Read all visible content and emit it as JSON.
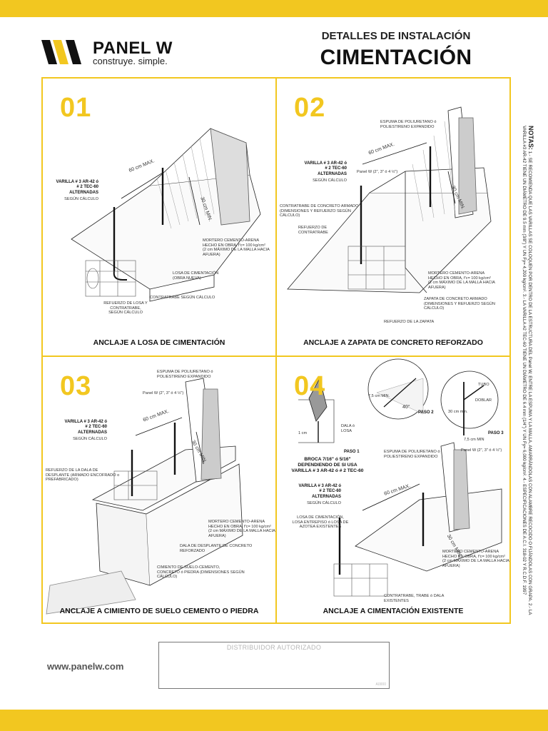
{
  "brand": {
    "name": "PANEL W",
    "tagline": "construye. simple.",
    "yellow": "#f2c720",
    "website": "www.panelw.com"
  },
  "header": {
    "subtitle": "DETALLES DE INSTALACIÓN",
    "title": "CIMENTACIÓN"
  },
  "notes": {
    "heading": "NOTAS:",
    "text": "1.- SE RECOMIENDA QUE LAS VARILLAS SE COLOQUEN POR DENTRO DE LA ESTRUCTURA DEL Panel W, ENTRE LA ESPUMA Y LA MALLA, AMARRÁNDOLAS CON ALAMBRE RECOCIDO O FIJÁNDOLAS CON GRAPA. 2.- LA VARILLA #3 AR-42 TIENE UN DIÁMETRO DE 9.5 mm (3/8\") Y UN Fy= 4,200 kg/cm². 3.- LA VARILLA #2 TEC-60 TIENE UN DIÁMETRO DE 6.4 mm (1/4\") Y UN Fy= 6,000 kg/cm². 4.- ESPECIFICACIONES DE A.C.I. 318-02 Y R.C.D.F. 1997"
  },
  "panels": [
    {
      "number": "01",
      "caption": "ANCLAJE A LOSA DE CIMENTACIÓN",
      "labels": {
        "spacing": "60 cm MAX.",
        "depth": "30 cm MIN.",
        "rebar": "VARILLA # 3 AR-42 ó\n# 2 TEC-60",
        "alternadas": "ALTERNADAS",
        "calc": "SEGÚN CÁLCULO",
        "mortar": "MORTERO CEMENTO-ARENA\nHECHO EN OBRA, f'c= 100 kg/cm²\n(2 cm MÁXIMO DE LA MALLA HACIA\nAFUERA)",
        "losa": "LOSA DE CIMENTACIÓN\n(OBRA NUEVA)",
        "contratrabe": "CONTRATRABE SEGÚN CÁLCULO",
        "refuerzo": "REFUERZO DE LOSA Y\nCONTRATRABE,\nSEGÚN CÁLCULO"
      }
    },
    {
      "number": "02",
      "caption": "ANCLAJE A ZAPATA DE CONCRETO REFORZADO",
      "labels": {
        "foam": "ESPUMA DE POLIURETANO ó\nPOLIESTIRENO EXPANDIDO",
        "spacing": "60 cm MAX.",
        "depth": "30 cm MIN.",
        "rebar": "VARILLA # 3 AR-42 ó\n# 2 TEC-60",
        "alternadas": "ALTERNADAS",
        "calc": "SEGÚN CÁLCULO",
        "panel": "Panel W (2\", 3\" ó 4 ½\")",
        "contratrabe": "CONTRATRABE DE CONCRETO ARMADO\n(DIMENSIONES Y REFUERZO SEGÚN\nCÁLCULO)",
        "refuerzo": "REFUERZO DE\nCONTRATRABE",
        "mortar": "MORTERO CEMENTO-ARENA\nHECHO EN OBRA, f'c= 100 kg/cm²\n(2 cm MÁXIMO DE LA MALLA HACIA\nAFUERA)",
        "zapata": "ZAPATA DE CONCRETO ARMADO\n(DIMENSIONES Y REFUERZO SEGÚN\nCÁLCULO)",
        "refuerzo_zapata": "REFUERZO DE LA ZAPATA"
      }
    },
    {
      "number": "03",
      "caption": "ANCLAJE A CIMIENTO DE SUELO CEMENTO O PIEDRA",
      "labels": {
        "foam": "ESPUMA DE POLIURETANO ó\nPOLIESTIRENO EXPANDIDO",
        "panel": "Panel W (2\", 3\" ó 4 ½\")",
        "spacing": "60 cm MAX.",
        "depth": "30 cm MIN.",
        "rebar": "VARILLA # 3 AR-42 ó\n# 2 TEC-60",
        "alternadas": "ALTERNADAS",
        "calc": "SEGÚN CÁLCULO",
        "refuerzo_dala": "REFUERZO DE LA DALA DE\nDESPLANTE (ARMADO ENCOFRADO o\nPREFABRICADO)",
        "mortar": "MORTERO CEMENTO-ARENA\nHECHO EN OBRA, f'c= 100 kg/cm²\n(2 cm MÁXIMO DE LA MALLA HACIA\nAFUERA)",
        "dala": "DALA DE DESPLANTE DE CONCRETO\nREFORZADO",
        "cimiento": "CIMIENTO DE SUELO-CEMENTO,\nCONCRETO ó PIEDRA (DIMENSIONES SEGÚN\nCÁLCULO)"
      }
    },
    {
      "number": "04",
      "caption": "ANCLAJE A CIMENTACIÓN EXISTENTE",
      "labels": {
        "step1_dist": "7,5 cm MIN.",
        "angle": "40°",
        "step2": "PASO 2",
        "tube": "TUBO",
        "doblar": "DOBLAR",
        "step3_dist": "30 cm min.",
        "step3_dist2": "7,5 cm MIN",
        "step3": "PASO 3",
        "dala_losa": "DALA ó\nLOSA",
        "one_cm": "1 cm",
        "step1": "PASO 1",
        "broca": "BROCA 7/16\" ó 5/16\"\nDEPENDIENDO DE SI USA\nVARILLA # 3 AR-42 ó # 2 TEC-60",
        "foam": "ESPUMA DE POLIURETANO ó\nPOLIESTIRENO EXPANDIDO",
        "panel": "Panel W (2\", 3\" ó 4 ½\")",
        "rebar": "VARILLA # 3 AR-42 ó\n# 2 TEC-60",
        "alternadas": "ALTERNADAS",
        "calc": "SEGÚN CÁLCULO",
        "spacing": "60 cm MAX.",
        "depth": "30 cm MIN.",
        "losa": "LOSA DE CIMENTACIÓN,\nLOSA ENTREPISO ó LOSA DE\nAZOTEA EXISTENTES",
        "mortar": "MORTERO CEMENTO-ARENA\nHECHO EN OBRA, f'c= 100 kg/cm²\n(2 cm MÁXIMO DE LA MALLA HACIA\nAFUERA)",
        "contratrabe": "CONTRATRABE, TRABE ó DALA\nEXISTENTES"
      }
    }
  ],
  "distributor": {
    "label": "DISTRIBUIDOR AUTORIZADO",
    "code": "A0000"
  }
}
